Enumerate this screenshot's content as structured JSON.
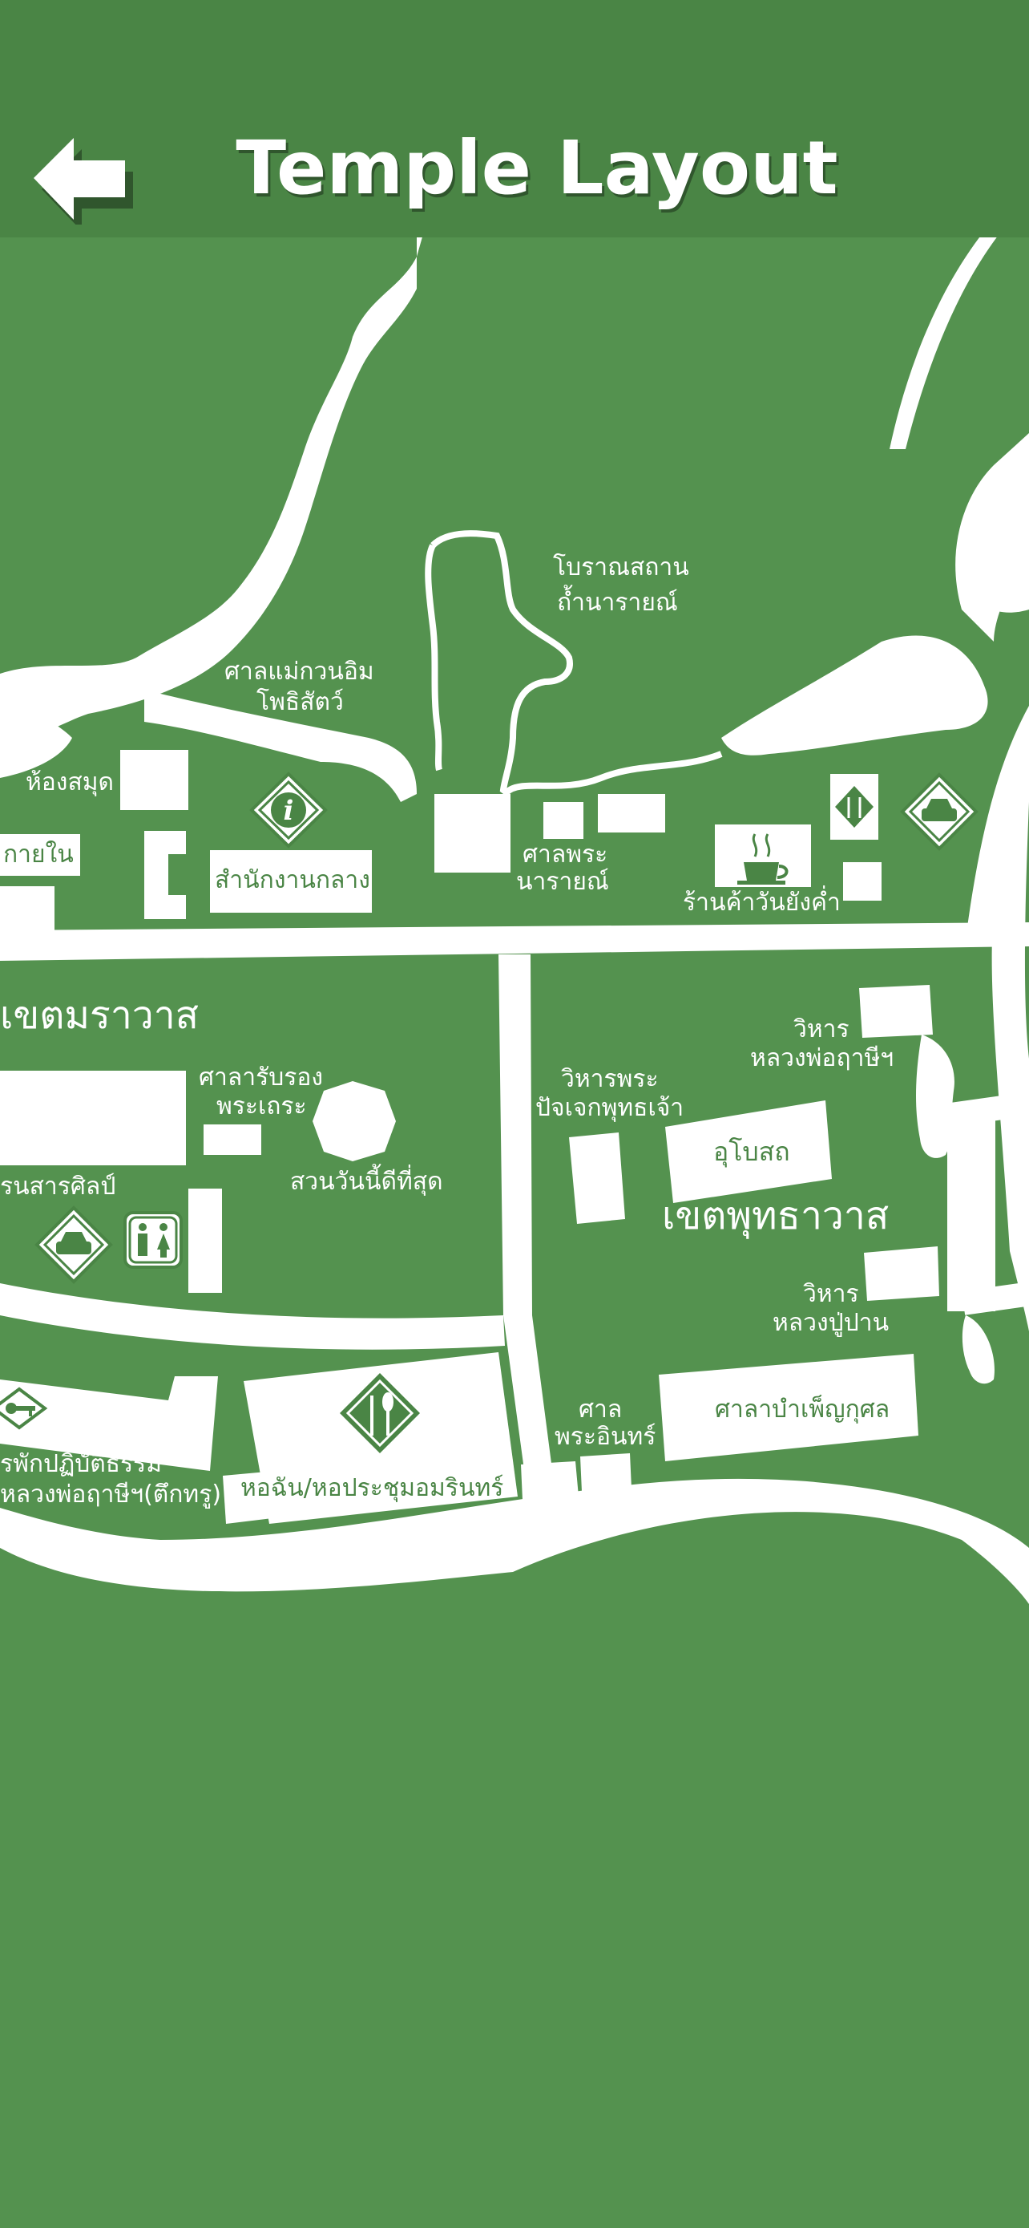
{
  "header": {
    "title": "Temple Layout"
  },
  "labels": {
    "boran_sathan": "โบราณสถาน",
    "tham_narai": "ถ้ำนารายณ์",
    "sala_mae_kuan_im_1": "ศาลแม่กวนอิม",
    "sala_mae_kuan_im_2": "โพธิสัตว์",
    "library": "ห้องสมุด",
    "inner_area": "กายใน",
    "central_office": "สำนักงานกลาง",
    "sala_phra_narai_1": "ศาลพระ",
    "sala_phra_narai_2": "นารายณ์",
    "shop": "ร้านค้าวันยังค่ำ",
    "monk_zone": "เขตมราวาส",
    "vihara_luang_pho_1": "วิหาร",
    "vihara_luang_pho_2": "หลวงพ่อฤาษีฯ",
    "sala_rub_rong_1": "ศาลารับรอง",
    "sala_rub_rong_2": "พระเถระ",
    "vihara_pacheka_1": "วิหารพระ",
    "vihara_pacheka_2": "ปัจเจกพุทธเจ้า",
    "ubosot": "อุโบสถ",
    "garden": "สวนวันนี้ดีที่สุด",
    "art_house": "รนสารศิลป์",
    "buddha_zone": "เขตพุทธาวาส",
    "vihara_luang_pu_1": "วิหาร",
    "vihara_luang_pu_2": "หลวงปู่ปาน",
    "sala_phra_in_1": "ศาล",
    "sala_phra_in_2": "พระอินทร์",
    "sala_bamphen": "ศาลาบำเพ็ญกุศล",
    "practice_1": "รพักปฏิบัติธรรม",
    "practice_2": "หลวงพ่อฤาษีฯ(ตึกทรู)",
    "dining_hall": "หอฉัน/หอประชุมอมรินทร์"
  },
  "icons": {
    "back": "arrow-left-icon",
    "info": "info-icon",
    "coffee": "coffee-cup-icon",
    "restaurant": "fork-knife-icon",
    "parking": "car-icon",
    "toilet": "restroom-icon",
    "key": "key-icon"
  },
  "colors": {
    "background": "#54924f",
    "header": "#4a8545",
    "road": "#ffffff"
  }
}
